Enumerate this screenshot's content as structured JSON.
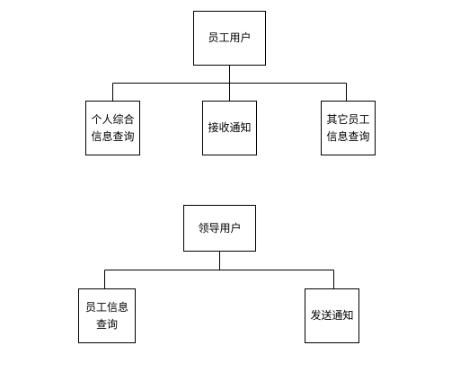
{
  "diagram_1": {
    "root": {
      "label": "员工用户"
    },
    "children": [
      {
        "label": "个人综合\n信息查询"
      },
      {
        "label": "接收通知"
      },
      {
        "label": "其它员工\n信息查询"
      }
    ]
  },
  "diagram_2": {
    "root": {
      "label": "领导用户"
    },
    "children": [
      {
        "label": "员工信息\n查询"
      },
      {
        "label": "发送通知"
      }
    ]
  }
}
